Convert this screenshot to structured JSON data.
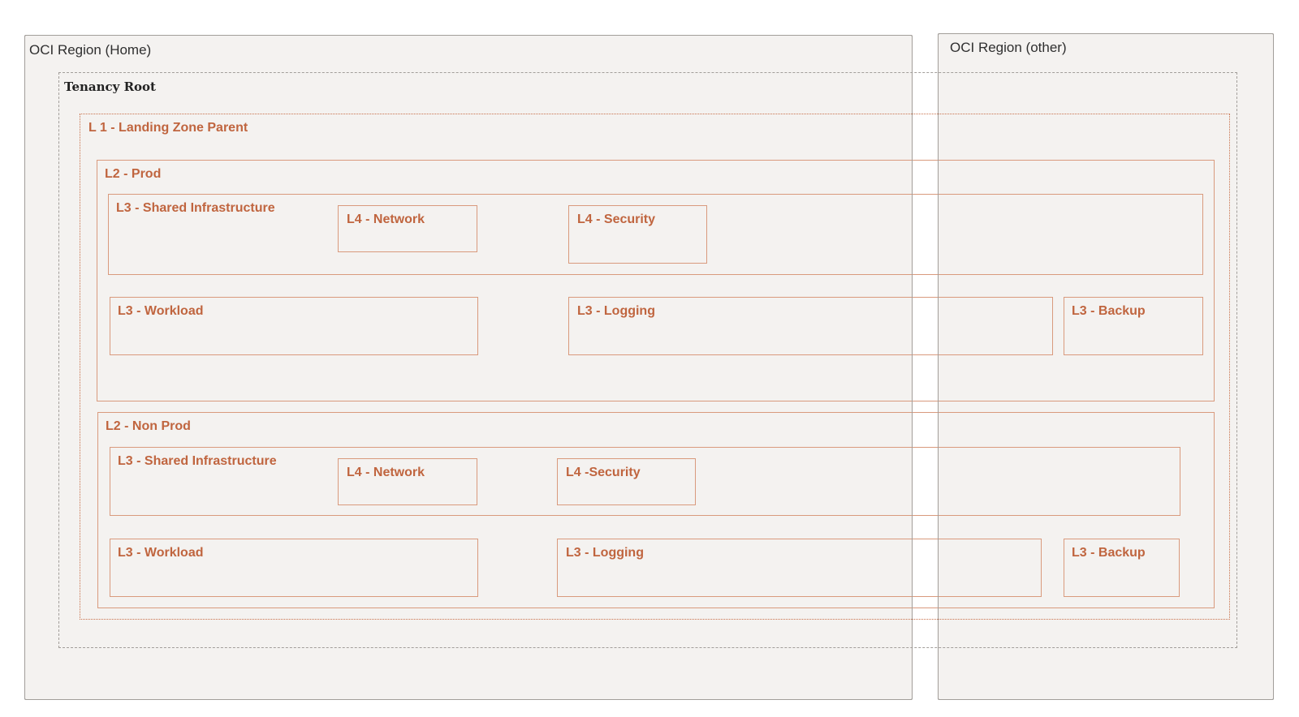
{
  "colors": {
    "region_fill": "#f4f2f0",
    "region_border": "#a29e9a",
    "compartment_text": "#c0653f",
    "compartment_border": "#d99a7d"
  },
  "regions": {
    "home": "OCI Region (Home)",
    "other": "OCI Region (other)"
  },
  "tenancy": "Tenancy Root",
  "l1": "L 1 - Landing Zone Parent",
  "prod": {
    "label": "L2 - Prod",
    "shared": "L3 - Shared Infrastructure",
    "network": "L4 - Network",
    "security": "L4 - Security",
    "workload": "L3 - Workload",
    "logging": "L3 - Logging",
    "backup": "L3 - Backup"
  },
  "nonprod": {
    "label": "L2 - Non Prod",
    "shared": "L3 - Shared Infrastructure",
    "network": "L4 - Network",
    "security": "L4 -Security",
    "workload": "L3 - Workload",
    "logging": "L3 - Logging",
    "backup": "L3 - Backup"
  }
}
